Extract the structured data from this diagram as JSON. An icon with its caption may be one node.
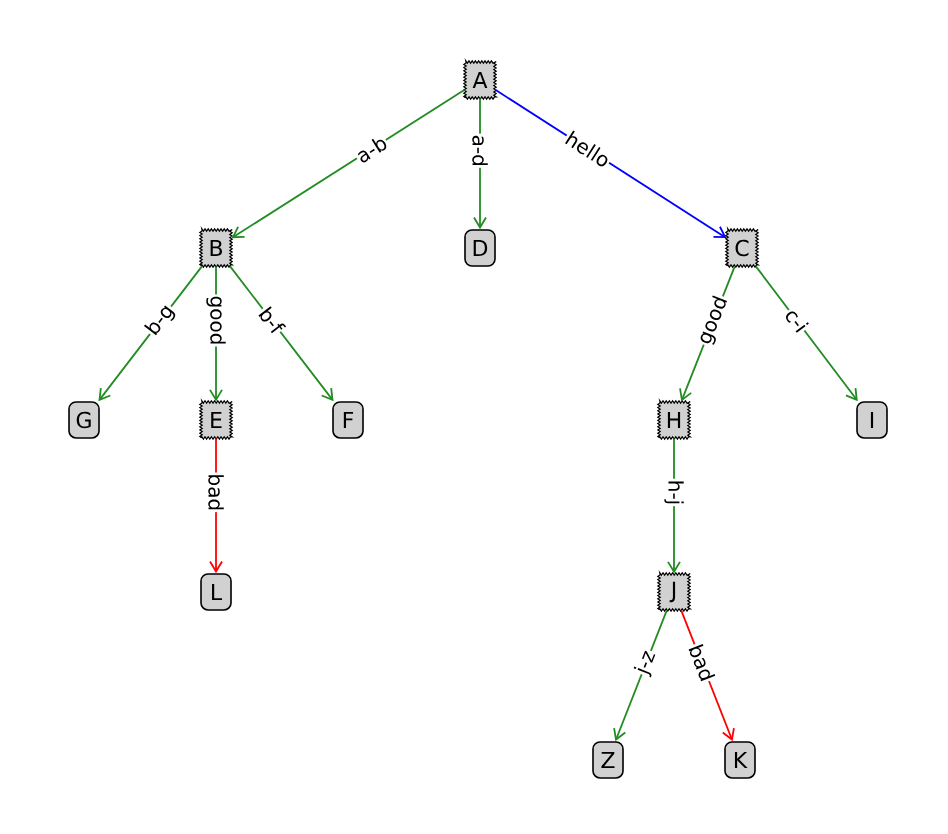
{
  "diagram": {
    "nodes": [
      {
        "text": [
          "A"
        ]
      },
      {
        "text": [
          "B"
        ]
      },
      {
        "text": [
          "D"
        ]
      },
      {
        "text": [
          "C"
        ]
      },
      {
        "text": [
          "G"
        ]
      },
      {
        "text": [
          "E"
        ]
      },
      {
        "text": [
          "F"
        ]
      },
      {
        "text": [
          "H"
        ]
      },
      {
        "text": [
          "I"
        ]
      },
      {
        "text": [
          "L"
        ]
      },
      {
        "text": [
          "J"
        ]
      },
      {
        "text": [
          "Z"
        ]
      },
      {
        "text": [
          "K"
        ]
      }
    ],
    "edges": [
      {
        "from": 0,
        "to": 1,
        "arrow": "to",
        "label": "a-b"
      },
      {
        "from": 0,
        "to": 2,
        "arrow": "to",
        "label": "a-d"
      },
      {
        "from": 0,
        "to": 3,
        "arrow": "to",
        "label": "hello",
        "color": "#0000ff"
      },
      {
        "from": 1,
        "to": 4,
        "arrow": "to",
        "label": "b-g"
      },
      {
        "from": 1,
        "to": 5,
        "arrow": "to",
        "label": "good"
      },
      {
        "from": 1,
        "to": 6,
        "arrow": "to",
        "label": "b-f"
      },
      {
        "from": 3,
        "to": 7,
        "arrow": "to",
        "label": "good"
      },
      {
        "from": 3,
        "to": 8,
        "arrow": "to",
        "label": "c-i"
      },
      {
        "from": 5,
        "to": 9,
        "arrow": "to",
        "label": "bad",
        "color": "#ff0000"
      },
      {
        "from": 7,
        "to": 10,
        "arrow": "to",
        "label": "h-j"
      },
      {
        "from": 10,
        "to": 11,
        "arrow": "to",
        "label": "j-z"
      },
      {
        "from": 10,
        "to": 12,
        "arrow": "to",
        "label": "bad",
        "color": "#ff0000"
      }
    ]
  }
}
